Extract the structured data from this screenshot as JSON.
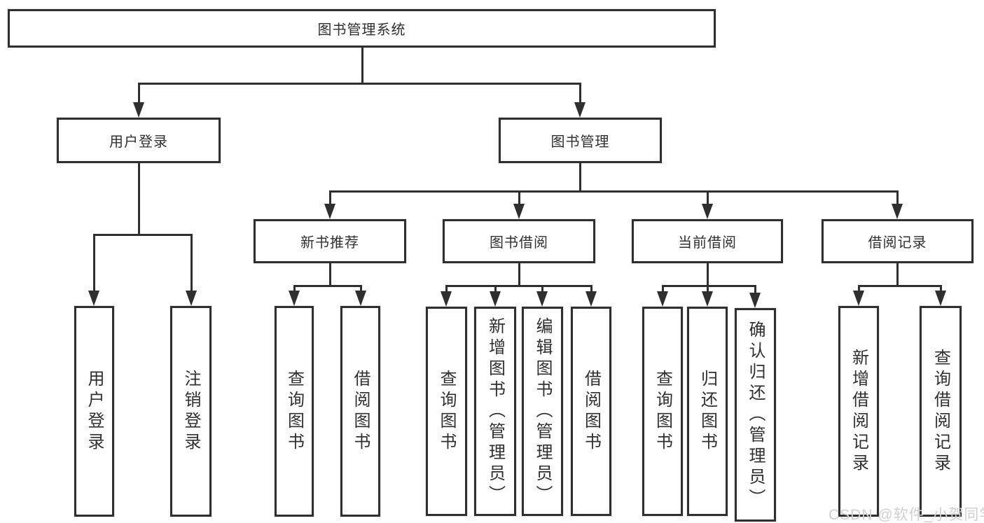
{
  "diagram": {
    "root": {
      "label": "图书管理系统"
    },
    "children": [
      {
        "label": "用户登录",
        "children": [
          {
            "label": "用户登录"
          },
          {
            "label": "注销登录"
          }
        ]
      },
      {
        "label": "图书管理",
        "children": [
          {
            "label": "新书推荐",
            "children": [
              {
                "label": "查询图书"
              },
              {
                "label": "借阅图书"
              }
            ]
          },
          {
            "label": "图书借阅",
            "children": [
              {
                "label": "查询图书"
              },
              {
                "label": "新增图书（管理员）"
              },
              {
                "label": "编辑图书（管理员）"
              },
              {
                "label": "借阅图书"
              }
            ]
          },
          {
            "label": "当前借阅",
            "children": [
              {
                "label": "查询图书"
              },
              {
                "label": "归还图书"
              },
              {
                "label": "确认归还（管理员）"
              }
            ]
          },
          {
            "label": "借阅记录",
            "children": [
              {
                "label": "新增借阅记录"
              },
              {
                "label": "查询借阅记录"
              }
            ]
          }
        ]
      }
    ]
  },
  "watermark": {
    "text": "CSDN @软件_小贺同学"
  },
  "colors": {
    "line": "#2f2f2f",
    "text": "#303030",
    "box_background": "#ffffff",
    "background": "#ffffff",
    "watermark": "#d0d0d0"
  }
}
